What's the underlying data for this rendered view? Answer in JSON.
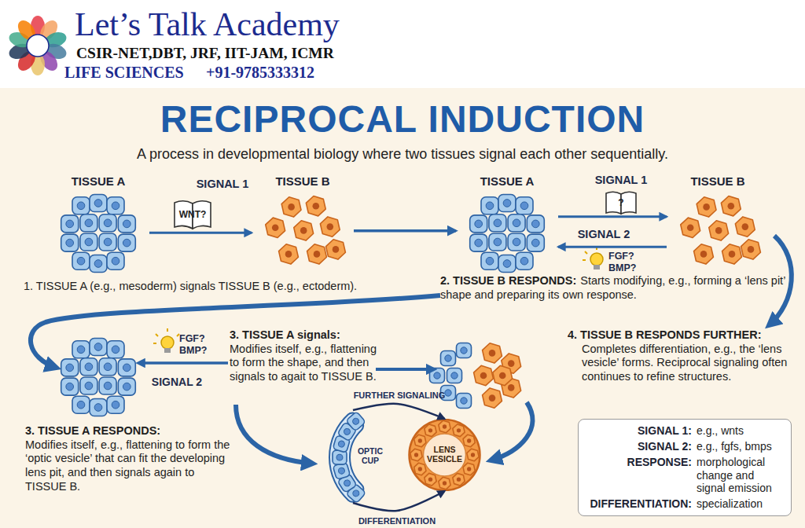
{
  "diagram": {
    "title": "RECIPROCAL INDUCTION",
    "nodes": [
      {
        "text": [
          "TISSUE A"
        ]
      },
      {
        "text": [
          "TISSUE B"
        ]
      },
      {
        "text": [
          "TISSUE A"
        ]
      },
      {
        "text": [
          "TISSUE B"
        ]
      },
      {
        "text": [
          "OPTIC CUP"
        ]
      },
      {
        "text": [
          "LENS VESICLE"
        ]
      },
      {
        "text": [
          "SIGNAL 1:",
          "e.g., wnts",
          "SIGNAL 2:",
          "e.g., fgfs, bmps",
          "RESPONSE:",
          "morphological change and signal emission",
          "DIFFERENTIATION:",
          "specialization"
        ]
      }
    ],
    "edges": [
      {
        "from": 0,
        "to": 1,
        "label": "SIGNAL 1",
        "arrow": "to"
      },
      {
        "from": 1,
        "to": 2,
        "arrow": "to"
      },
      {
        "from": 2,
        "to": 3,
        "label": "SIGNAL 1",
        "arrow": "to"
      },
      {
        "from": 3,
        "to": 2,
        "label": "SIGNAL 2",
        "arrow": "to"
      },
      {
        "from": 4,
        "to": 5,
        "label": "FURTHER SIGNALING",
        "arrow": "to"
      },
      {
        "from": 4,
        "to": 5,
        "label": "DIFFERENTIATION",
        "arrow": "to"
      }
    ],
    "labels": [
      "Let’s Talk Academy",
      "CSIR-NET,DBT, JRF, IIT-JAM, ICMR",
      "LIFE SCIENCES",
      "+91-9785333312",
      "A process in developmental biology where two tissues signal each other sequentially.",
      "WNT?",
      "?",
      "FGF?",
      "BMP?",
      "1. TISSUE A (e.g., mesoderm) signals TISSUE B (e.g., ectoderm).",
      "2. TISSUE B RESPONDS:",
      "Starts modifying, e.g., forming a ‘lens pit’ shape and preparing its own response.",
      "FGF?",
      "BMP?",
      "SIGNAL 2",
      "3. TISSUE A signals:",
      "Modifies itself, e.g., flattening to form the shape, and then signals to agait to TISSUE B.",
      "4. TISSUE B RESPONDS FURTHER:",
      "Completes differentiation, e.g., the ‘lens vesicle’ forms. Reciprocal signaling often continues to refine structures.",
      "3. TISSUE A RESPONDS:",
      "Modifies itself, e.g., flattening to form the ‘optic vesicle’ that can fit the developing lens pit, and then signals again to TISSUE B."
    ]
  }
}
